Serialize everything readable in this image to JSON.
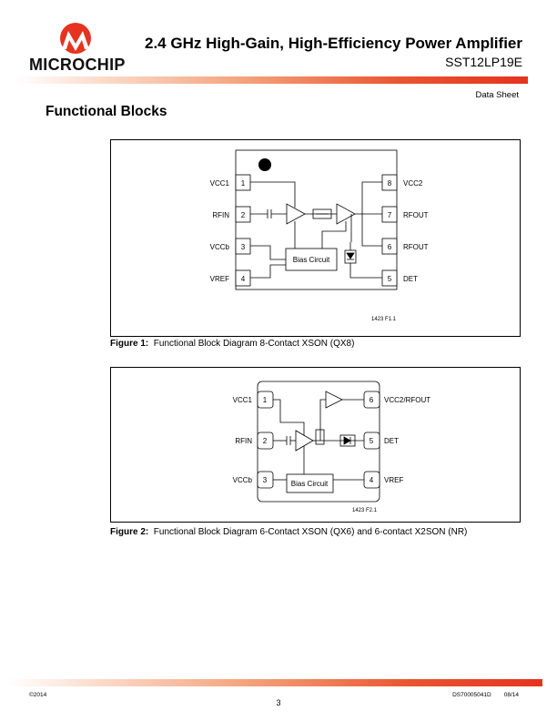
{
  "header": {
    "logo_text": "MICROCHIP",
    "title": "2.4 GHz High-Gain, High-Efficiency Power Amplifier",
    "part_number": "SST12LP19E",
    "doc_type": "Data Sheet",
    "accent_color": "#e5331f"
  },
  "section": {
    "heading": "Functional Blocks"
  },
  "figure1": {
    "pins": [
      {
        "number": "1",
        "name": "VCC1"
      },
      {
        "number": "2",
        "name": "RFIN"
      },
      {
        "number": "3",
        "name": "VCCb"
      },
      {
        "number": "4",
        "name": "VREF"
      },
      {
        "number": "8",
        "name": "VCC2"
      },
      {
        "number": "7",
        "name": "RFOUT"
      },
      {
        "number": "6",
        "name": "RFOUT"
      },
      {
        "number": "5",
        "name": "DET"
      }
    ],
    "bias_label": "Bias Circuit",
    "code": "1423 F1.1",
    "caption_label": "Figure 1:",
    "caption_text": "Functional Block Diagram 8-Contact XSON (QX8)"
  },
  "figure2": {
    "pins": [
      {
        "number": "1",
        "name": "VCC1"
      },
      {
        "number": "2",
        "name": "RFIN"
      },
      {
        "number": "3",
        "name": "VCCb"
      },
      {
        "number": "6",
        "name": "VCC2/RFOUT"
      },
      {
        "number": "5",
        "name": "DET"
      },
      {
        "number": "4",
        "name": "VREF"
      }
    ],
    "bias_label": "Bias Circuit",
    "code": "1423 F2.1",
    "caption_label": "Figure 2:",
    "caption_text": "Functional Block Diagram 6-Contact XSON (QX6) and 6-contact X2SON (NR)"
  },
  "footer": {
    "copyright": "©2014",
    "doc_number": "DS70005041D",
    "date": "08/14",
    "page": "3"
  }
}
